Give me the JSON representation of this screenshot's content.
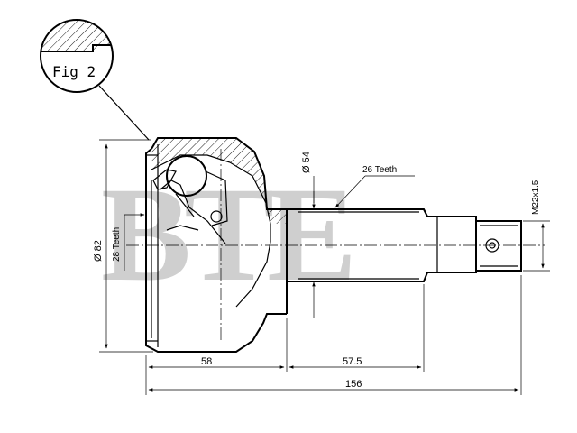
{
  "figure": {
    "label": "Fig 2"
  },
  "watermark": {
    "text": "BTE"
  },
  "dimensions": {
    "outer_diameter": "Ø 82",
    "inner_teeth": "28 Teeth",
    "shaft_diameter": "Ø 54",
    "spline_teeth": "26 Teeth",
    "thread": "M22x1.5",
    "bell_length": "58",
    "shaft_length": "57.5",
    "total_length": "156"
  }
}
